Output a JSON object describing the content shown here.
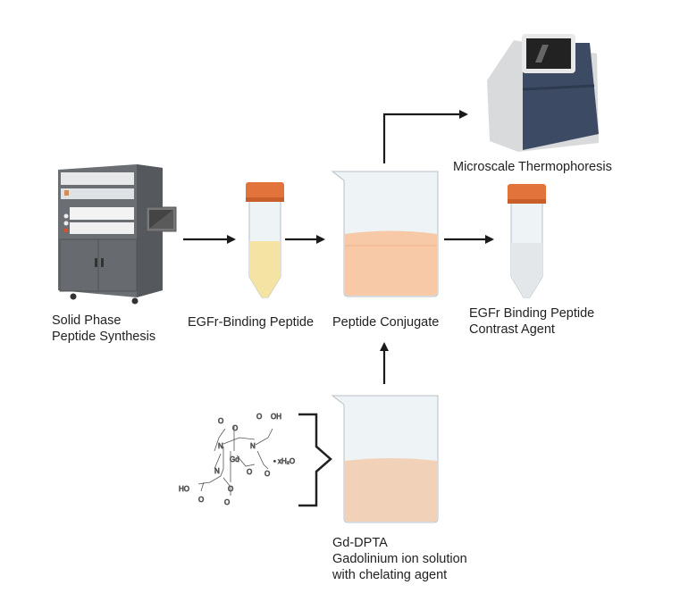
{
  "labels": {
    "spps": [
      "Solid Phase",
      "Peptide Synthesis"
    ],
    "peptide": "EGFr-Binding Peptide",
    "conjugate": "Peptide Conjugate",
    "mst": "Microscale Thermophoresis",
    "contrast": [
      "EGFr Binding Peptide",
      "Contrast Agent"
    ],
    "gd": [
      "Gd-DPTA",
      "Gadolinium ion solution",
      "with chelating agent"
    ]
  },
  "chemical": {
    "atoms": {
      "o": "O",
      "oh": "OH",
      "ho": "HO",
      "n": "N",
      "gd": "Gd",
      "hydrate": "• xH₂O"
    }
  },
  "colors": {
    "arrow": "#1a1a1a",
    "peptide_liquid": "#f5e3a3",
    "conjugate_liquid": "#f8c9a6",
    "gd_liquid": "#f1d2b8",
    "tube_cap": "#e2733a",
    "mst_body": "#3c4a63",
    "synth_body": "#6b6e72"
  }
}
